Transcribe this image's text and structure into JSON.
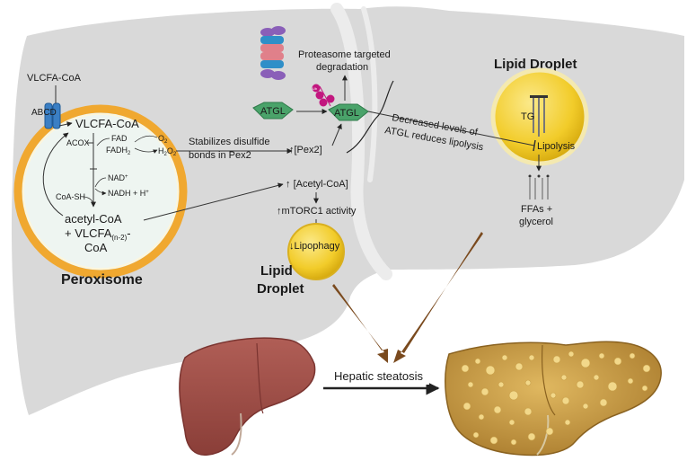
{
  "peroxisome": {
    "title": "Peroxisome",
    "transporter": "ABCD",
    "substrate_outside": "VLCFA-CoA",
    "substrate_inside": "VLCFA-CoA",
    "acox": "ACOX",
    "fad": "FAD",
    "fadh2": "FADH",
    "o2": "O",
    "h2o2": "H",
    "nad": "NAD",
    "nadh": "NADH + H",
    "coash": "CoA-SH",
    "product_line1": "acetyl-CoA",
    "product_line2": "+ VLCFA",
    "product_sub": "(n-2)",
    "product_line3": "CoA"
  },
  "pex2": {
    "label_line1": "Stabilizes disulfide",
    "label_line2": "bonds in Pex2",
    "node": "[Pex2]"
  },
  "atgl": {
    "left": "ATGL",
    "right": "ATGL",
    "ub": "Ub",
    "proteasome_line1": "Proteasome targeted",
    "proteasome_line2": "degradation"
  },
  "acetyl": {
    "node": "[Acetyl-CoA]",
    "mtorc": "mTORC1 activity",
    "lipophagy": "Lipophagy"
  },
  "lipid_droplet_small": {
    "line1": "Lipid",
    "line2": "Droplet"
  },
  "lipid_droplet_large": {
    "title": "Lipid Droplet",
    "tg": "TG",
    "lipolysis": "Lipolysis",
    "decrease_line1": "Decreased levels of",
    "decrease_line2": "ATGL reduces lipolysis",
    "ffa_line1": "FFAs +",
    "ffa_line2": "glycerol"
  },
  "outcome": {
    "label": "Hepatic steatosis"
  },
  "colors": {
    "liver_bg": "#d9d9d9",
    "peroxisome_ring": "#f0a830",
    "peroxisome_fill": "#eef5f1",
    "droplet": "#f5d130",
    "atgl": "#4aa36a",
    "ub": "#c2177f",
    "healthy_liver": "#a0504a",
    "fatty_liver": "#c8963a",
    "arrow_brown": "#8a5a2a"
  }
}
